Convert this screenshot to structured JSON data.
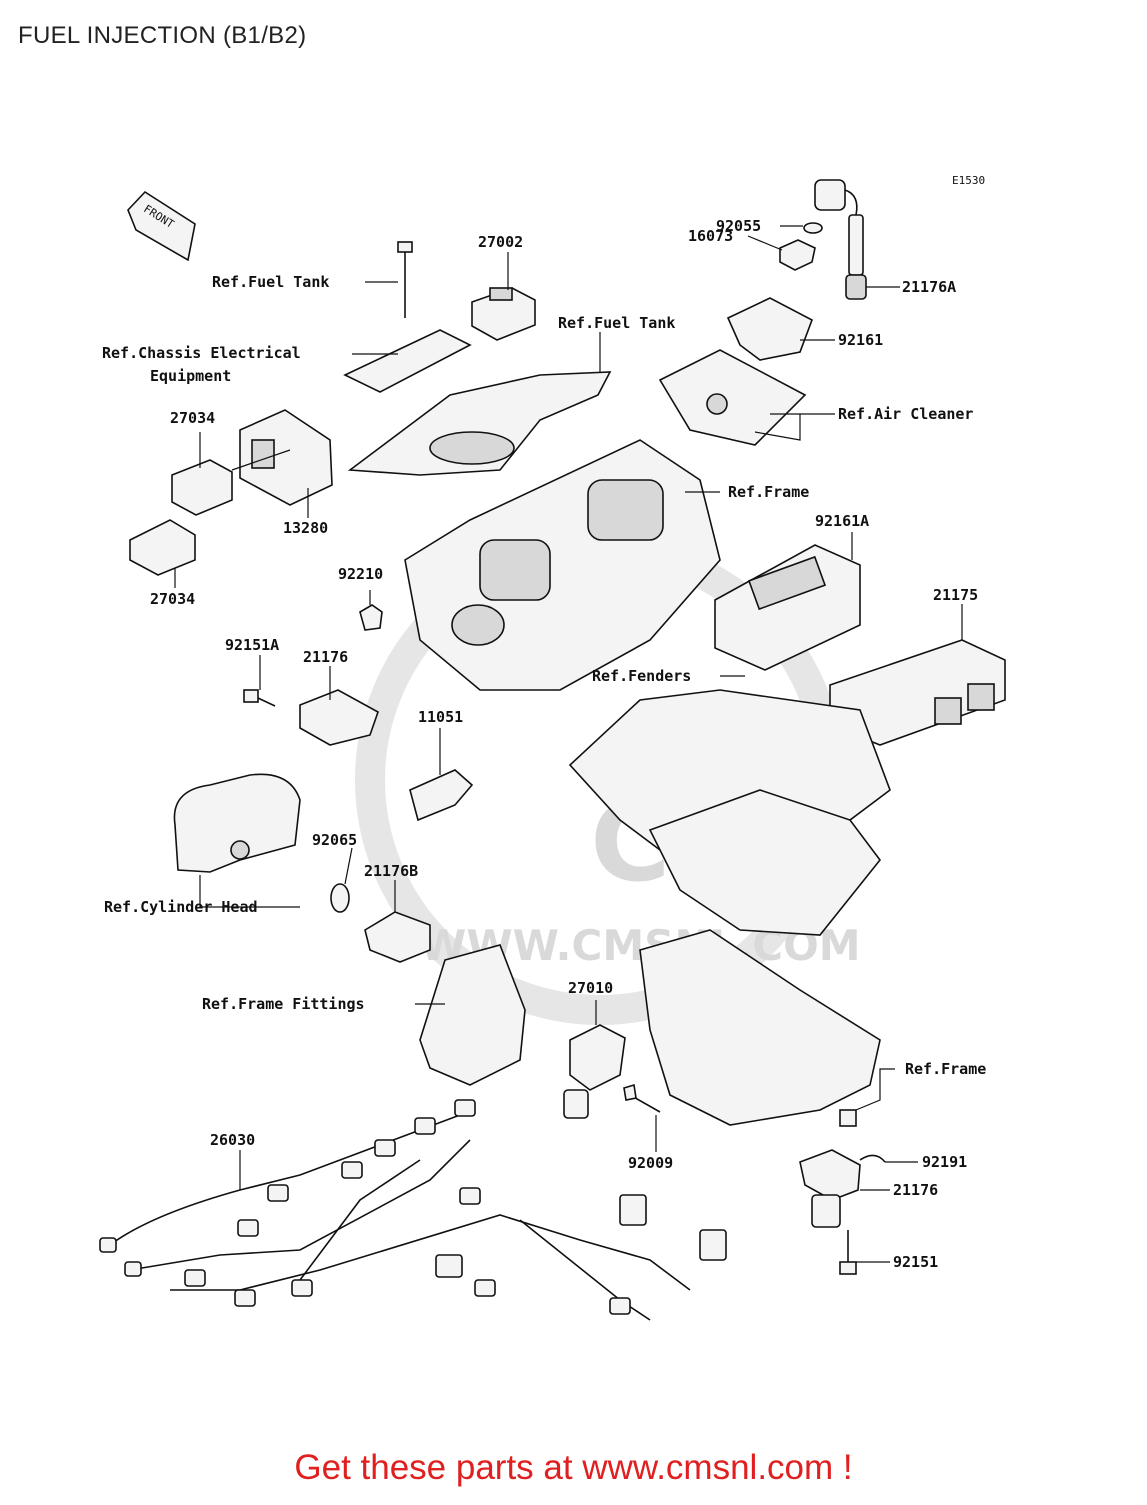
{
  "page": {
    "title": "FUEL INJECTION (B1/B2)",
    "footer": "Get these parts at www.cmsnl.com !",
    "diagram_code": "E1530",
    "front_arrow_text": "FRONT",
    "watermark": {
      "logo": "CMS",
      "url": "WWW.CMSNL.COM"
    },
    "colors": {
      "footer": "#e02020",
      "text": "#111111",
      "watermark": "#d9d9d9"
    }
  },
  "labels": {
    "p27002": "27002",
    "ref_fuel_tank_1": "Ref.Fuel Tank",
    "ref_fuel_tank_2": "Ref.Fuel Tank",
    "ref_chassis_1": "Ref.Chassis Electrical",
    "ref_chassis_2": "Equipment",
    "p27034a": "27034",
    "p13280": "13280",
    "p27034b": "27034",
    "p92055": "92055",
    "p16073": "16073",
    "p21176A": "21176A",
    "p92161": "92161",
    "ref_air_cleaner": "Ref.Air Cleaner",
    "ref_frame_1": "Ref.Frame",
    "p92161A": "92161A",
    "p21175": "21175",
    "p92210": "92210",
    "p92151A": "92151A",
    "p21176a": "21176",
    "ref_fenders": "Ref.Fenders",
    "p11051": "11051",
    "p92065": "92065",
    "p21176B": "21176B",
    "ref_cylinder_head": "Ref.Cylinder Head",
    "ref_frame_fittings": "Ref.Frame Fittings",
    "p27010": "27010",
    "ref_frame_2": "Ref.Frame",
    "p26030": "26030",
    "p92009": "92009",
    "p92191": "92191",
    "p21176b": "21176",
    "p92151": "92151"
  }
}
